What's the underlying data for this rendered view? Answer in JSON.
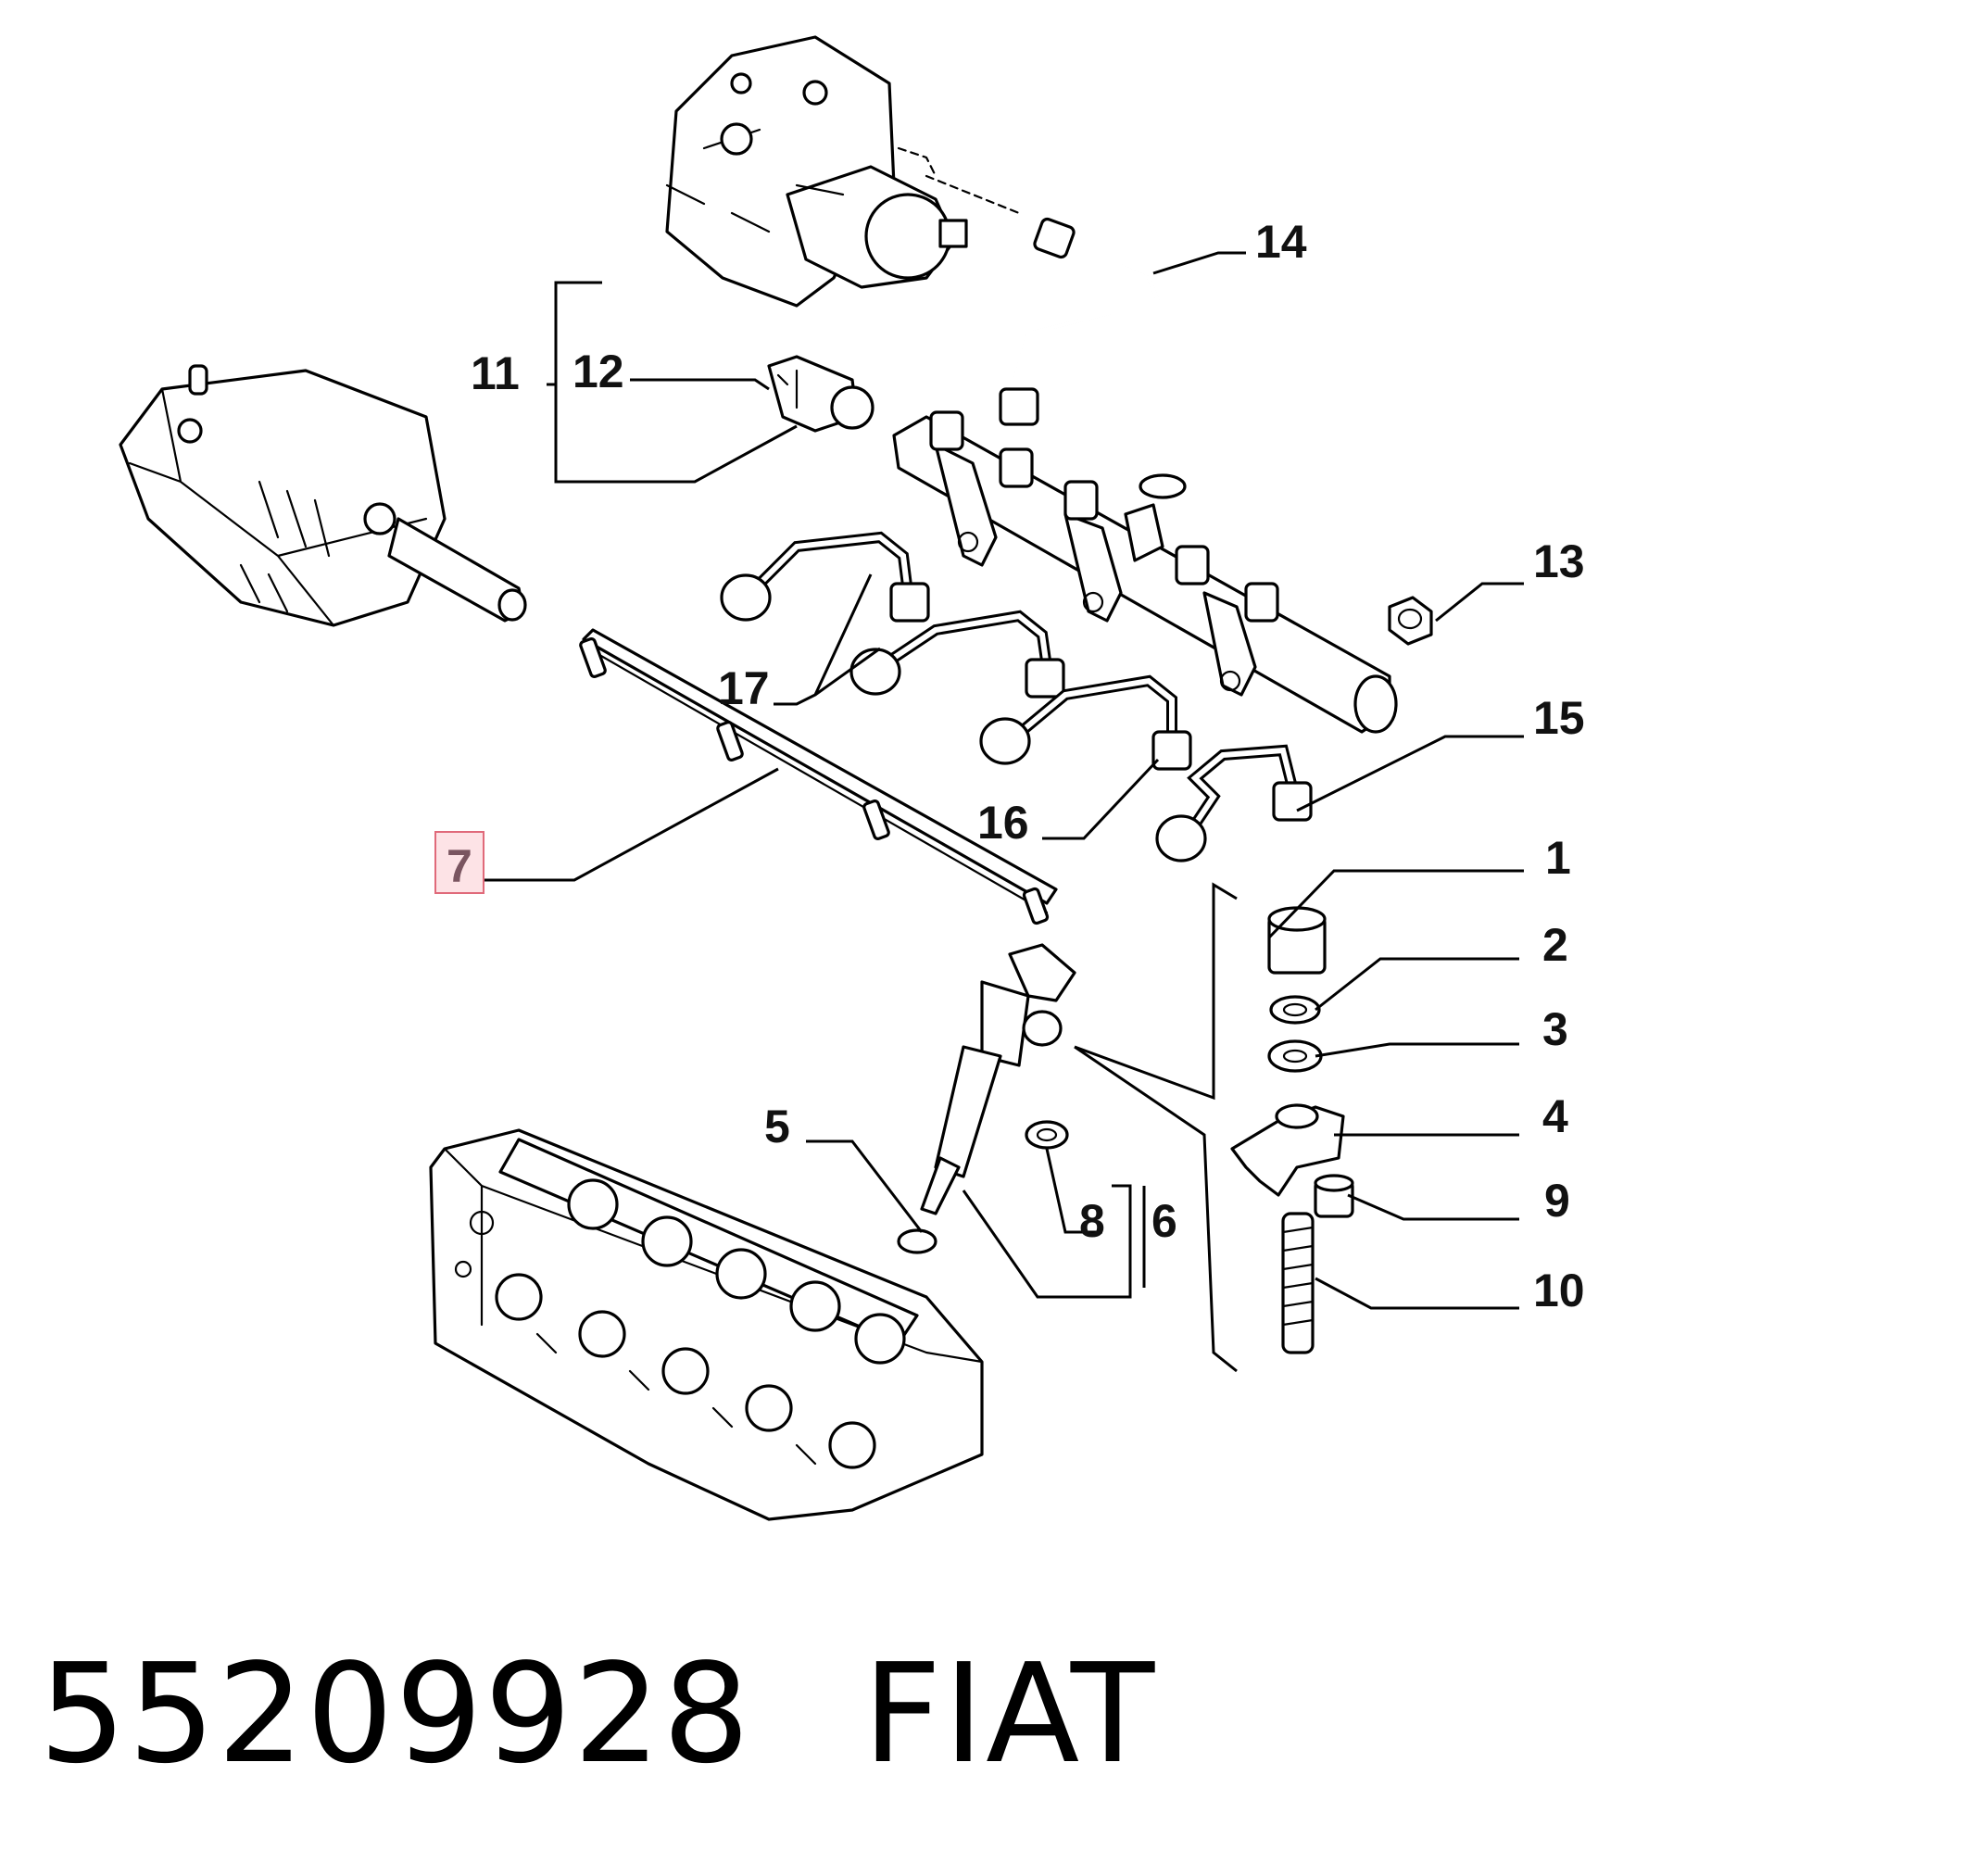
{
  "callouts": {
    "c1": "1",
    "c2": "2",
    "c3": "3",
    "c4": "4",
    "c5": "5",
    "c6": "6",
    "c7": "7",
    "c8": "8",
    "c9": "9",
    "c10": "10",
    "c11": "11",
    "c12": "12",
    "c13": "13",
    "c14": "14",
    "c15": "15",
    "c16": "16",
    "c17": "17"
  },
  "highlighted_callout": "7",
  "highlight_color": "#fde3e6",
  "footer": {
    "part_number": "55209928",
    "brand": "FIAT"
  }
}
